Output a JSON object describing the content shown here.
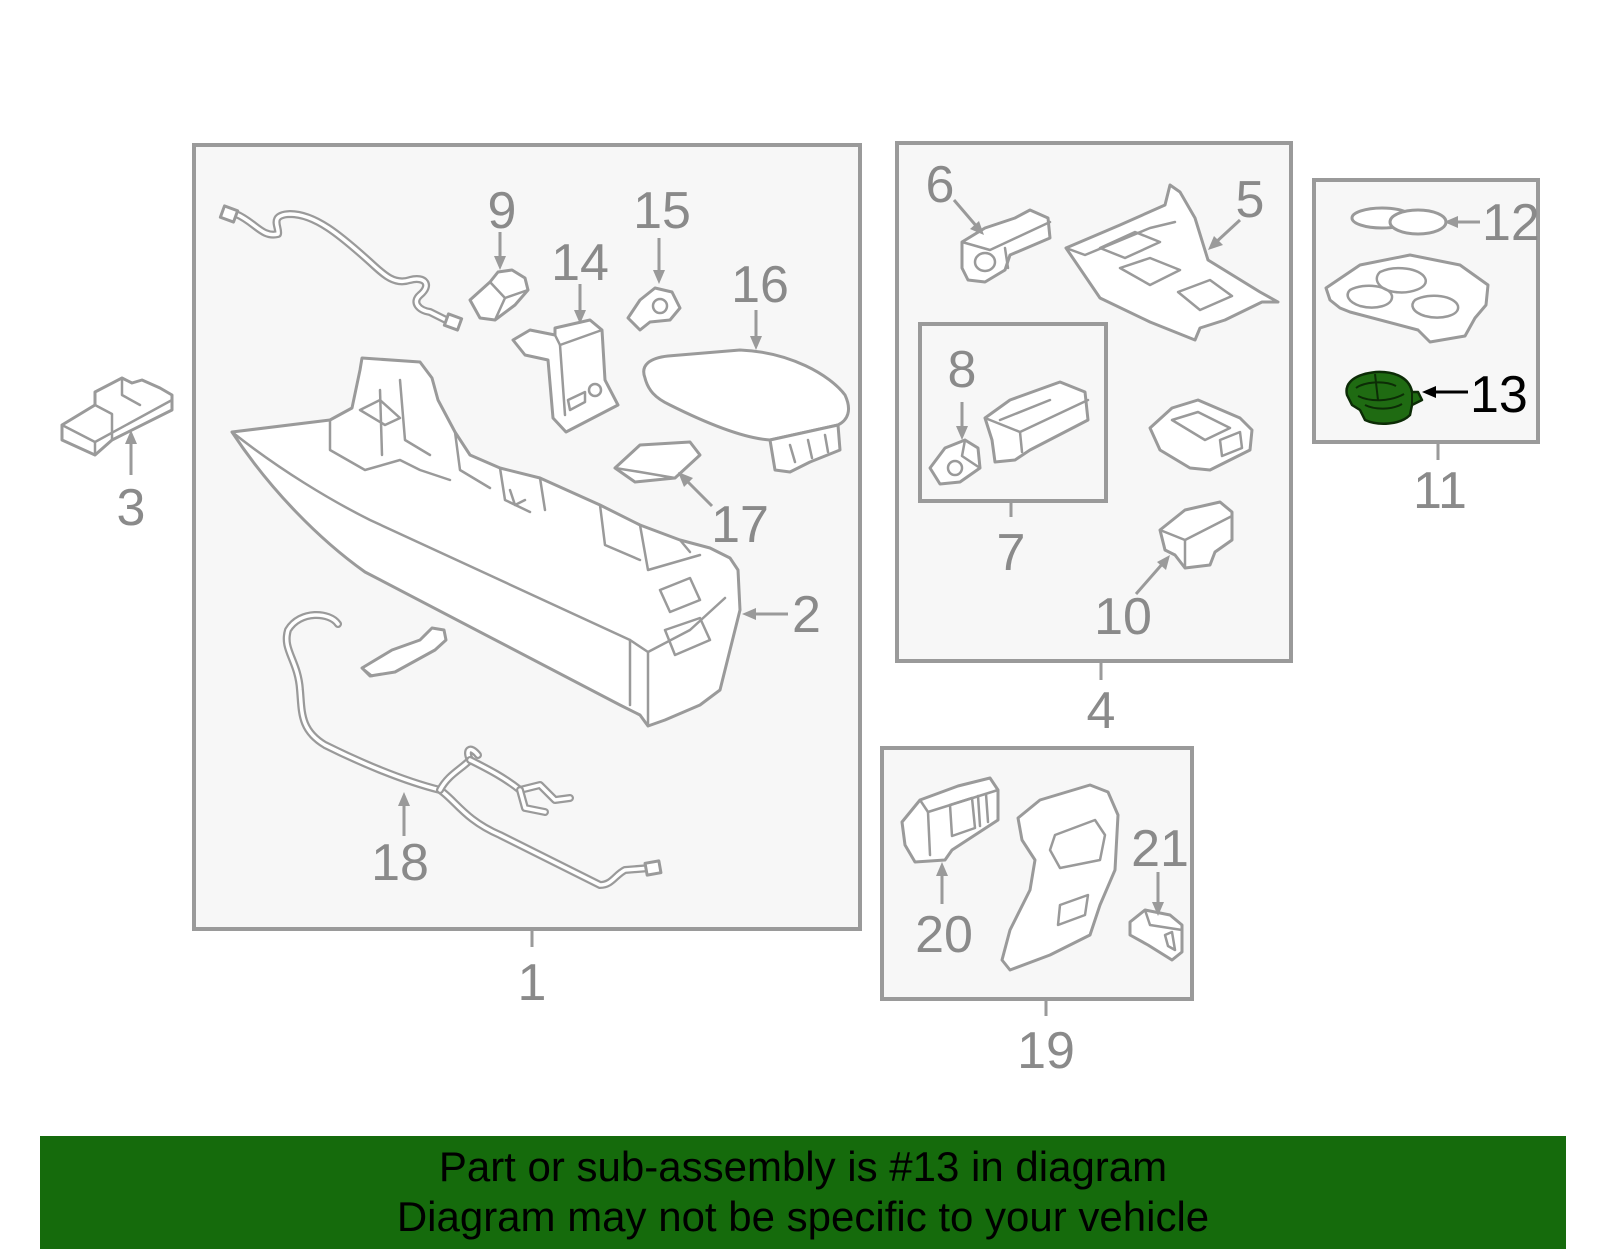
{
  "diagram": {
    "callouts": {
      "c1": "1",
      "c2": "2",
      "c3": "3",
      "c4": "4",
      "c5": "5",
      "c6": "6",
      "c7": "7",
      "c8": "8",
      "c9": "9",
      "c10": "10",
      "c11": "11",
      "c12": "12",
      "c13": "13",
      "c14": "14",
      "c15": "15",
      "c16": "16",
      "c17": "17",
      "c18": "18",
      "c19": "19",
      "c20": "20",
      "c21": "21"
    },
    "highlighted_part": "13",
    "colors": {
      "line_art": "#9a9a9a",
      "highlight_part": "#1f6b12",
      "banner": "#156b0c"
    }
  },
  "banner": {
    "line1": "Part or sub-assembly is #13 in diagram",
    "line2": "Diagram may not be specific to your vehicle"
  }
}
